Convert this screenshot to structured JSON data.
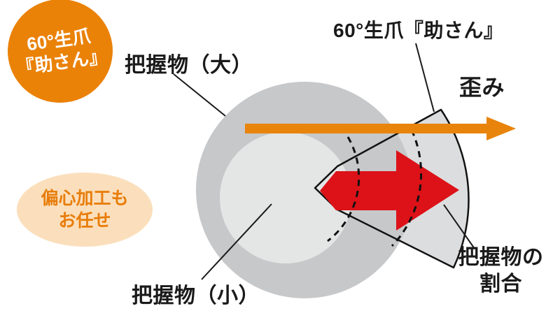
{
  "badge": {
    "line1": "60°生爪",
    "line2": "『助さん』"
  },
  "labels": {
    "object_large": "把握物（大）",
    "jaw_name": "60°生爪『助さん』",
    "distortion": "歪み",
    "object_small": "把握物（小）",
    "ratio_line1": "把握物の",
    "ratio_line2": "割合"
  },
  "callout": {
    "line1": "偏心加工も",
    "line2": "お任せ"
  },
  "colors": {
    "badge_orange": "#ea8208",
    "callout_peach": "#fbdfbc",
    "callout_text_orange": "#e87d0a",
    "distortion_arrow_orange": "#e8840b",
    "grip_arrow_red": "#dc1218",
    "outer_circle_gray": "#c7c8ca",
    "inner_circle_gray": "#e4e5e5",
    "jaw_fill_gray": "#dcddde",
    "outline_black": "#1a1a1a"
  }
}
